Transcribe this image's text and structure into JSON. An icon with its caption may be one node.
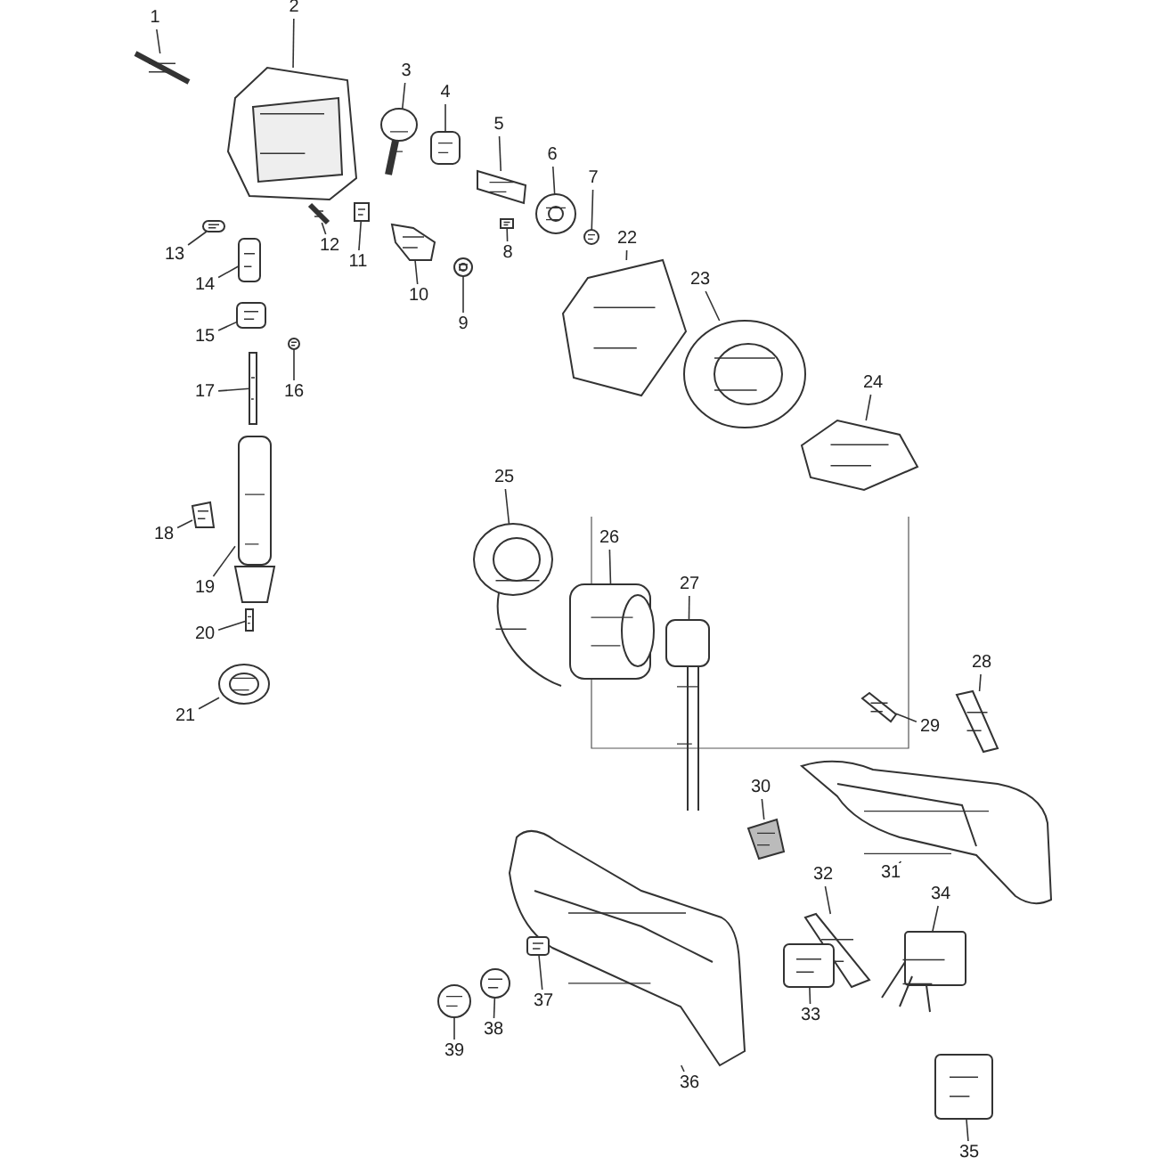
{
  "diagram": {
    "nodes": [
      {
        "text": [
          "1"
        ]
      },
      {
        "text": [
          "2"
        ]
      },
      {
        "text": [
          "3"
        ]
      },
      {
        "text": [
          "4"
        ]
      },
      {
        "text": [
          "5"
        ]
      },
      {
        "text": [
          "6"
        ]
      },
      {
        "text": [
          "7"
        ]
      },
      {
        "text": [
          "8"
        ]
      },
      {
        "text": [
          "9"
        ]
      },
      {
        "text": [
          "10"
        ]
      },
      {
        "text": [
          "11"
        ]
      },
      {
        "text": [
          "12"
        ]
      },
      {
        "text": [
          "13"
        ]
      },
      {
        "text": [
          "14"
        ]
      },
      {
        "text": [
          "15"
        ]
      },
      {
        "text": [
          "16"
        ]
      },
      {
        "text": [
          "17"
        ]
      },
      {
        "text": [
          "18"
        ]
      },
      {
        "text": [
          "19"
        ]
      },
      {
        "text": [
          "20"
        ]
      },
      {
        "text": [
          "21"
        ]
      },
      {
        "text": [
          "22"
        ]
      },
      {
        "text": [
          "23"
        ]
      },
      {
        "text": [
          "24"
        ]
      },
      {
        "text": [
          "25"
        ]
      },
      {
        "text": [
          "26"
        ]
      },
      {
        "text": [
          "27"
        ]
      },
      {
        "text": [
          "28"
        ]
      },
      {
        "text": [
          "29"
        ]
      },
      {
        "text": [
          "30"
        ]
      },
      {
        "text": [
          "31"
        ]
      },
      {
        "text": [
          "32"
        ]
      },
      {
        "text": [
          "33"
        ]
      },
      {
        "text": [
          "34"
        ]
      },
      {
        "text": [
          "35"
        ]
      },
      {
        "text": [
          "36"
        ]
      },
      {
        "text": [
          "37"
        ]
      },
      {
        "text": [
          "38"
        ]
      },
      {
        "text": [
          "39"
        ]
      },
      {
        "text": [],
        "shape": "picture"
      },
      {
        "text": [],
        "shape": "picture"
      },
      {
        "text": [],
        "shape": "picture"
      },
      {
        "text": [],
        "shape": "picture"
      },
      {
        "text": [],
        "shape": "picture"
      },
      {
        "text": [],
        "shape": "picture"
      },
      {
        "text": [],
        "shape": "picture"
      },
      {
        "text": [],
        "shape": "picture"
      },
      {
        "text": [],
        "shape": "picture"
      },
      {
        "text": [],
        "shape": "picture"
      },
      {
        "text": [],
        "shape": "picture"
      },
      {
        "text": [],
        "shape": "picture"
      },
      {
        "text": [],
        "shape": "picture"
      },
      {
        "text": [],
        "shape": "picture"
      },
      {
        "text": [],
        "shape": "picture"
      },
      {
        "text": [],
        "shape": "picture"
      },
      {
        "text": [],
        "shape": "picture"
      },
      {
        "text": [],
        "shape": "picture"
      },
      {
        "text": [],
        "shape": "picture"
      },
      {
        "text": [],
        "shape": "picture"
      },
      {
        "text": [],
        "shape": "picture"
      },
      {
        "text": [],
        "shape": "picture"
      },
      {
        "text": [],
        "shape": "picture"
      },
      {
        "text": [],
        "shape": "picture"
      },
      {
        "text": [],
        "shape": "picture"
      },
      {
        "text": [],
        "shape": "picture"
      },
      {
        "text": [],
        "shape": "picture"
      },
      {
        "text": [],
        "shape": "picture"
      },
      {
        "text": [],
        "shape": "picture"
      },
      {
        "text": [],
        "shape": "picture"
      },
      {
        "text": [],
        "shape": "picture"
      },
      {
        "text": [],
        "shape": "picture"
      },
      {
        "text": [],
        "shape": "picture"
      },
      {
        "text": [],
        "shape": "picture"
      },
      {
        "text": [],
        "shape": "picture"
      },
      {
        "text": [],
        "shape": "picture"
      },
      {
        "text": [],
        "shape": "picture"
      },
      {
        "text": [],
        "shape": "picture"
      },
      {
        "text": [],
        "shape": "picture"
      }
    ],
    "edges": [
      {
        "from": 0,
        "to": 39,
        "arrow": "none"
      },
      {
        "from": 1,
        "to": 40,
        "arrow": "none"
      },
      {
        "from": 2,
        "to": 41,
        "arrow": "none"
      },
      {
        "from": 3,
        "to": 42,
        "arrow": "none"
      },
      {
        "from": 4,
        "to": 43,
        "arrow": "none"
      },
      {
        "from": 5,
        "to": 44,
        "arrow": "none"
      },
      {
        "from": 6,
        "to": 45,
        "arrow": "none"
      },
      {
        "from": 7,
        "to": 46,
        "arrow": "none"
      },
      {
        "from": 8,
        "to": 47,
        "arrow": "none"
      },
      {
        "from": 9,
        "to": 48,
        "arrow": "none"
      },
      {
        "from": 10,
        "to": 49,
        "arrow": "none"
      },
      {
        "from": 11,
        "to": 50,
        "arrow": "none"
      },
      {
        "from": 12,
        "to": 51,
        "arrow": "none"
      },
      {
        "from": 13,
        "to": 52,
        "arrow": "none"
      },
      {
        "from": 14,
        "to": 53,
        "arrow": "none"
      },
      {
        "from": 15,
        "to": 54,
        "arrow": "none"
      },
      {
        "from": 16,
        "to": 55,
        "arrow": "none"
      },
      {
        "from": 17,
        "to": 56,
        "arrow": "none"
      },
      {
        "from": 18,
        "to": 57,
        "arrow": "none"
      },
      {
        "from": 19,
        "to": 58,
        "arrow": "none"
      },
      {
        "from": 20,
        "to": 59,
        "arrow": "none"
      },
      {
        "from": 21,
        "to": 60,
        "arrow": "none"
      },
      {
        "from": 22,
        "to": 61,
        "arrow": "none"
      },
      {
        "from": 23,
        "to": 62,
        "arrow": "none"
      },
      {
        "from": 24,
        "to": 63,
        "arrow": "none"
      },
      {
        "from": 25,
        "to": 64,
        "arrow": "none"
      },
      {
        "from": 26,
        "to": 65,
        "arrow": "none"
      },
      {
        "from": 27,
        "to": 66,
        "arrow": "none"
      },
      {
        "from": 28,
        "to": 67,
        "arrow": "none"
      },
      {
        "from": 29,
        "to": 68,
        "arrow": "none"
      },
      {
        "from": 30,
        "to": 69,
        "arrow": "none"
      },
      {
        "from": 31,
        "to": 70,
        "arrow": "none"
      },
      {
        "from": 32,
        "to": 71,
        "arrow": "none"
      },
      {
        "from": 33,
        "to": 72,
        "arrow": "none"
      },
      {
        "from": 34,
        "to": 73,
        "arrow": "none"
      },
      {
        "from": 35,
        "to": 74,
        "arrow": "none"
      },
      {
        "from": 36,
        "to": 75,
        "arrow": "none"
      },
      {
        "from": 37,
        "to": 76,
        "arrow": "none"
      },
      {
        "from": 38,
        "to": 77,
        "arrow": "none"
      }
    ]
  }
}
